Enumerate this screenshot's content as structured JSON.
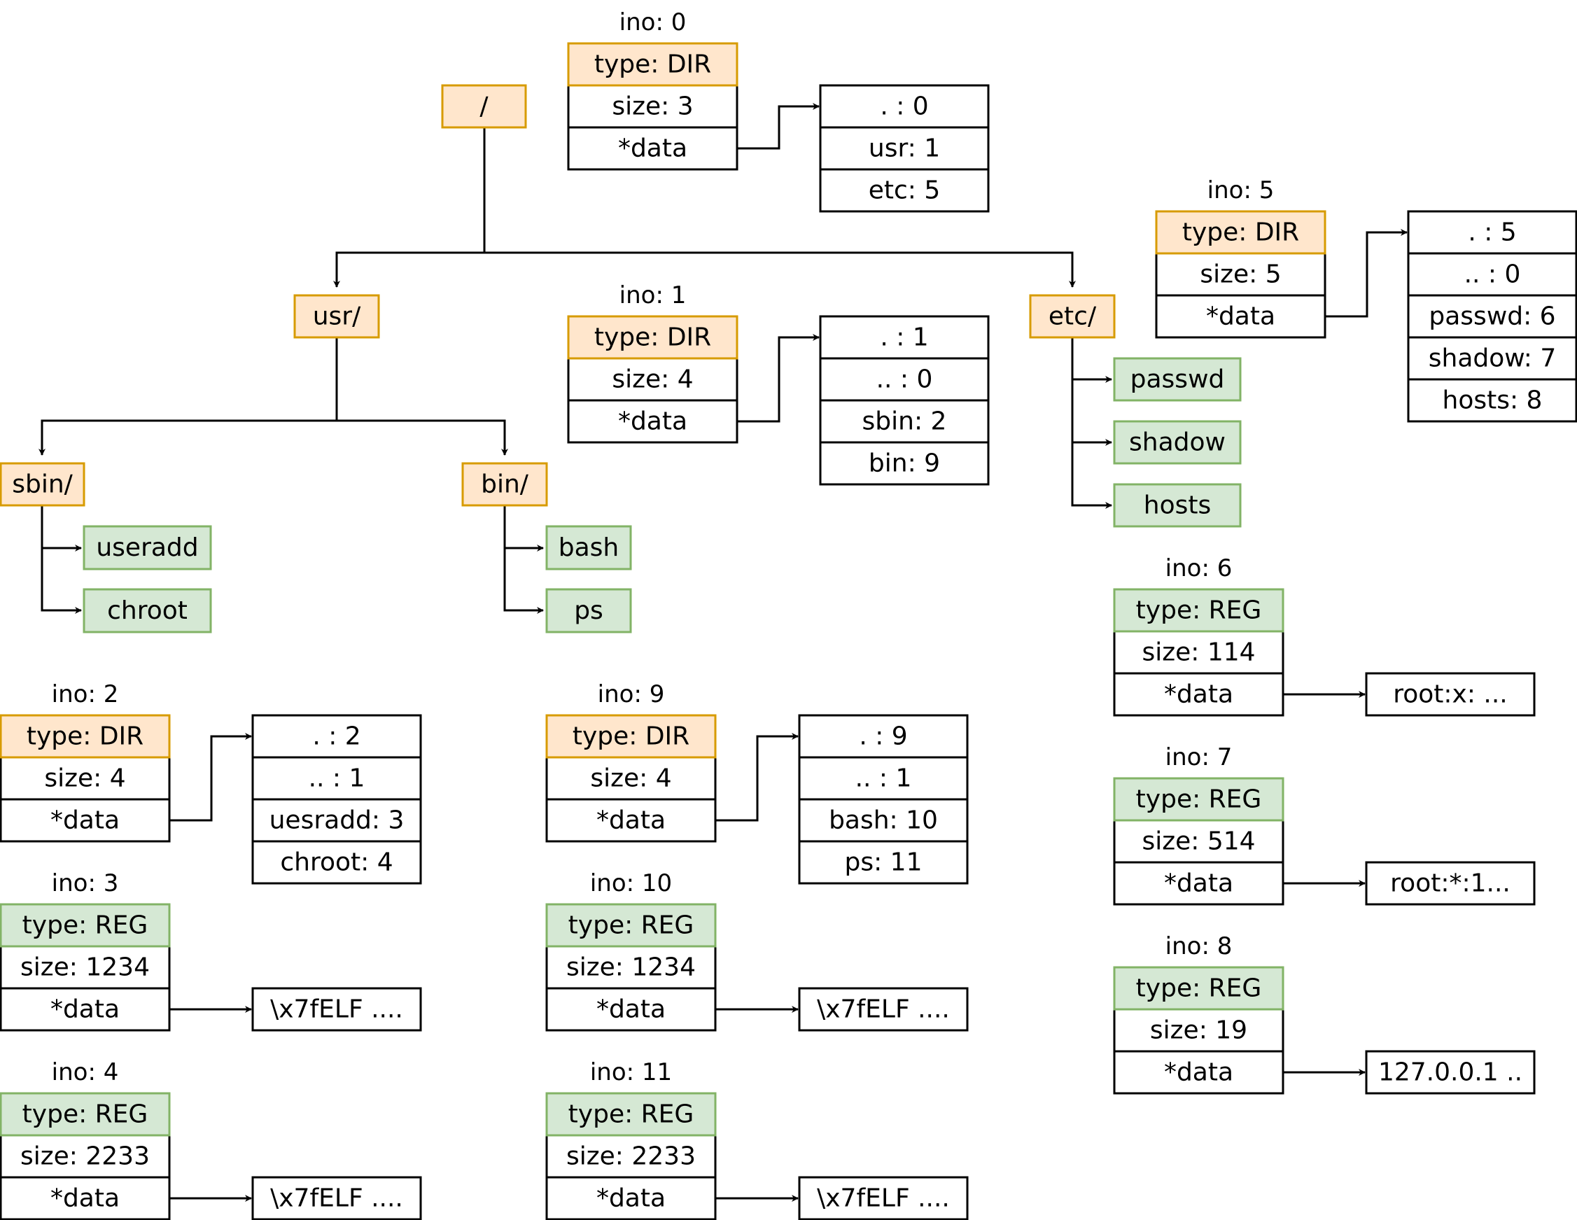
{
  "colors": {
    "dir_fill": "#ffe6cc",
    "dir_stroke": "#d79b00",
    "file_fill": "#d5e8d4",
    "file_stroke": "#82b366",
    "line": "#000000",
    "cell_fill": "#ffffff"
  },
  "tree": {
    "root": "/",
    "usr": "usr/",
    "etc": "etc/",
    "sbin": "sbin/",
    "bin": "bin/",
    "useradd": "useradd",
    "chroot": "chroot",
    "bash": "bash",
    "ps": "ps",
    "passwd": "passwd",
    "shadow": "shadow",
    "hosts": "hosts"
  },
  "inodes": {
    "ino0": {
      "label": "ino: 0",
      "type": "type: DIR",
      "kind": "dir",
      "size": "size: 3",
      "data": "*data",
      "block": [
        ". : 0",
        "usr: 1",
        "etc: 5"
      ]
    },
    "ino1": {
      "label": "ino: 1",
      "type": "type: DIR",
      "kind": "dir",
      "size": "size: 4",
      "data": "*data",
      "block": [
        ". : 1",
        ".. : 0",
        "sbin: 2",
        "bin: 9"
      ]
    },
    "ino5": {
      "label": "ino: 5",
      "type": "type: DIR",
      "kind": "dir",
      "size": "size: 5",
      "data": "*data",
      "block": [
        ". : 5",
        ".. : 0",
        "passwd: 6",
        "shadow: 7",
        "hosts: 8"
      ]
    },
    "ino2": {
      "label": "ino: 2",
      "type": "type: DIR",
      "kind": "dir",
      "size": "size: 4",
      "data": "*data",
      "block": [
        ". : 2",
        ".. : 1",
        "uesradd: 3",
        "chroot: 4"
      ]
    },
    "ino9": {
      "label": "ino: 9",
      "type": "type: DIR",
      "kind": "dir",
      "size": "size: 4",
      "data": "*data",
      "block": [
        ". : 9",
        ".. : 1",
        "bash: 10",
        "ps: 11"
      ]
    },
    "ino3": {
      "label": "ino: 3",
      "type": "type: REG",
      "kind": "reg",
      "size": "size: 1234",
      "data": "*data",
      "block": [
        "\\x7fELF ...."
      ]
    },
    "ino4": {
      "label": "ino: 4",
      "type": "type: REG",
      "kind": "reg",
      "size": "size: 2233",
      "data": "*data",
      "block": [
        "\\x7fELF ...."
      ]
    },
    "ino10": {
      "label": "ino: 10",
      "type": "type: REG",
      "kind": "reg",
      "size": "size: 1234",
      "data": "*data",
      "block": [
        "\\x7fELF ...."
      ]
    },
    "ino11": {
      "label": "ino: 11",
      "type": "type: REG",
      "kind": "reg",
      "size": "size: 2233",
      "data": "*data",
      "block": [
        "\\x7fELF ...."
      ]
    },
    "ino6": {
      "label": "ino: 6",
      "type": "type: REG",
      "kind": "reg",
      "size": "size: 114",
      "data": "*data",
      "block": [
        "root:x: ..."
      ]
    },
    "ino7": {
      "label": "ino: 7",
      "type": "type: REG",
      "kind": "reg",
      "size": "size: 514",
      "data": "*data",
      "block": [
        "root:*:1..."
      ]
    },
    "ino8": {
      "label": "ino: 8",
      "type": "type: REG",
      "kind": "reg",
      "size": "size: 19",
      "data": "*data",
      "block": [
        "127.0.0.1 .."
      ]
    }
  }
}
